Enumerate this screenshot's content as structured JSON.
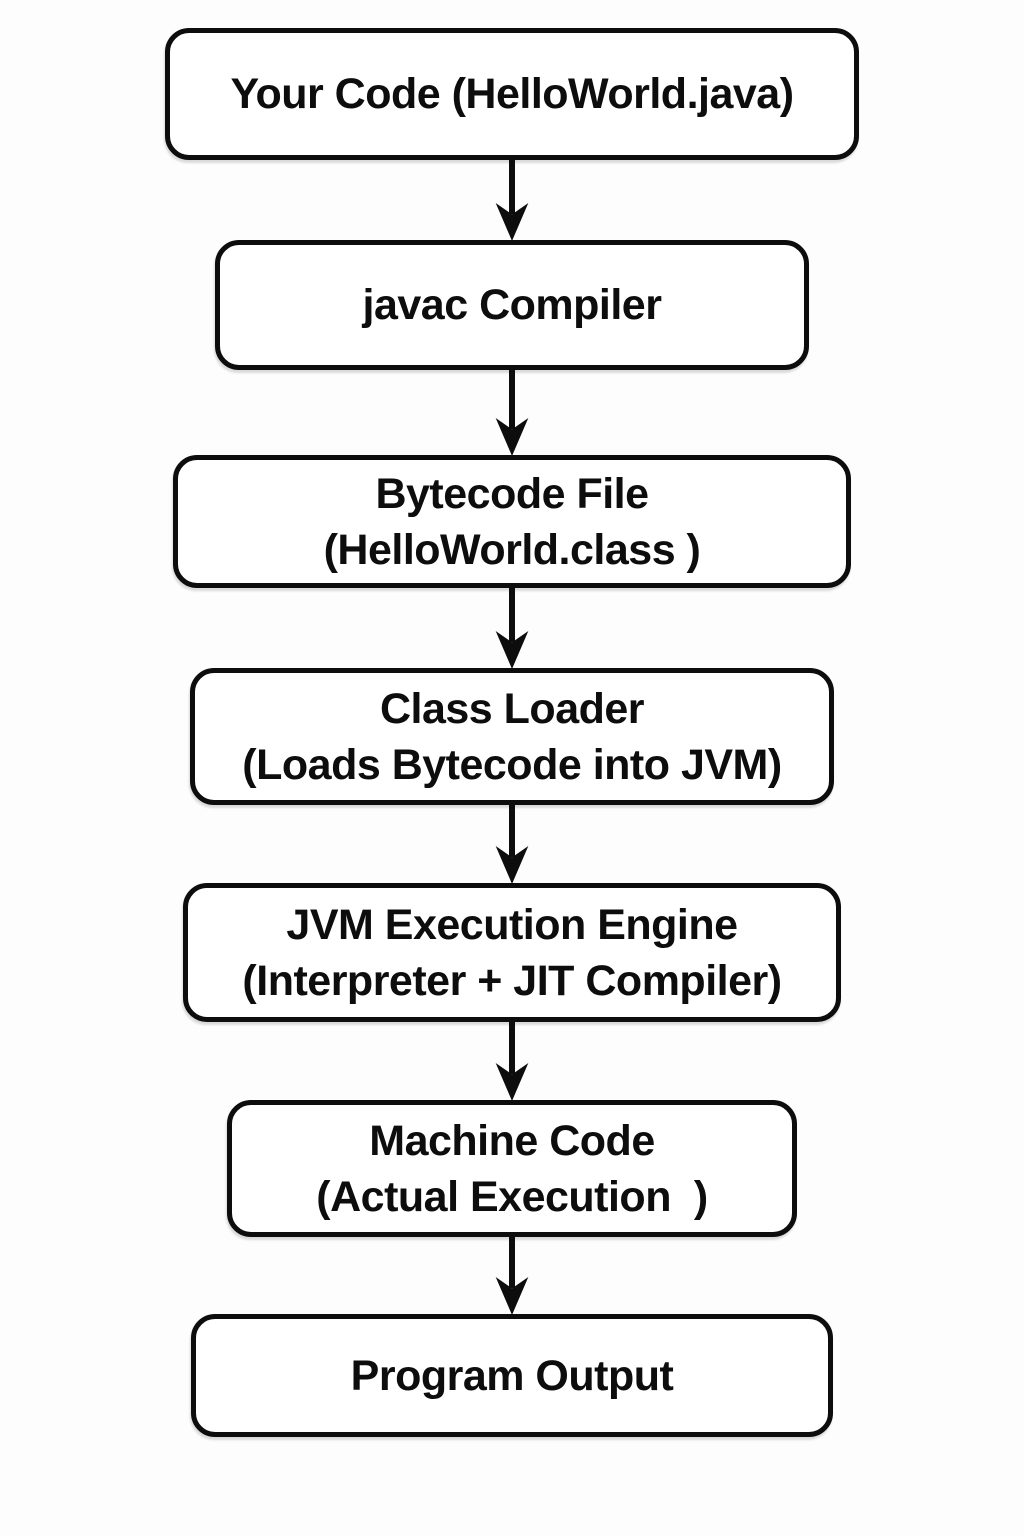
{
  "diagram": {
    "description": "Java program execution flowchart",
    "colors": {
      "background": "#fdfdfd",
      "node_fill": "#ffffff",
      "node_border": "#0d0d0d",
      "text": "#0d0d0d",
      "arrow": "#0d0d0d"
    },
    "nodes": [
      {
        "line1": "Your Code (HelloWorld.java)"
      },
      {
        "line1": "javac Compiler"
      },
      {
        "line1": "Bytecode File",
        "line2": "(HelloWorld.class )"
      },
      {
        "line1": "Class Loader",
        "line2": "(Loads Bytecode into JVM)"
      },
      {
        "line1": "JVM Execution Engine",
        "line2": "(Interpreter + JIT Compiler)"
      },
      {
        "line1": "Machine Code",
        "line2": "(Actual Execution  )"
      },
      {
        "line1": "Program Output"
      }
    ]
  }
}
